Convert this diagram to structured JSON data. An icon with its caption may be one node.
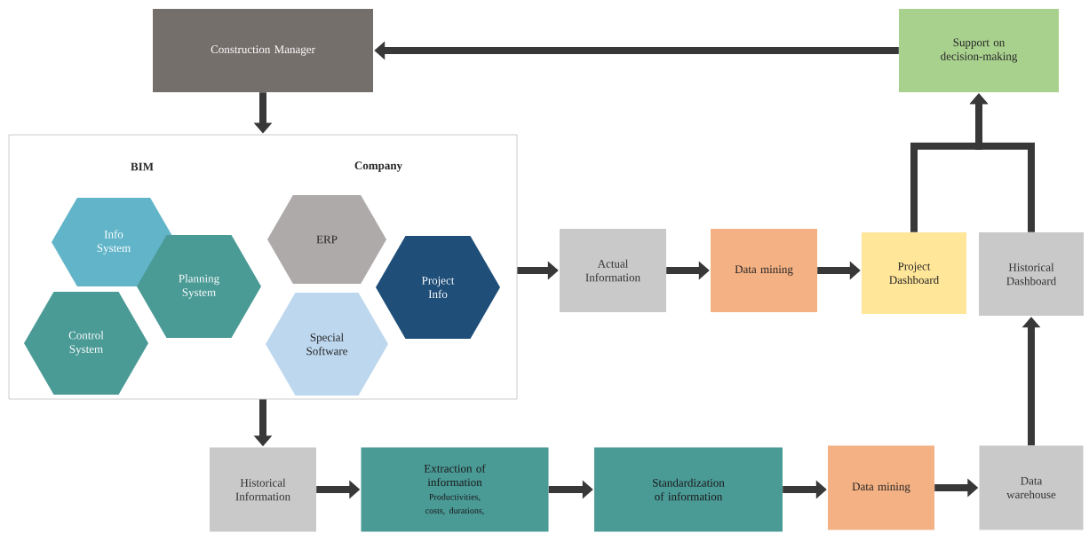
{
  "diagram": {
    "nodes": [
      {
        "text": [
          "Construction Manager"
        ]
      },
      {
        "text": [
          "Support on decision-making"
        ]
      },
      {
        "text": [
          "BIM",
          "Company"
        ]
      },
      {
        "text": [
          "Info System"
        ],
        "in": 2
      },
      {
        "text": [
          "Planning System"
        ],
        "in": 2
      },
      {
        "text": [
          "Control System"
        ],
        "in": 2
      },
      {
        "text": [
          "ERP"
        ],
        "in": 2
      },
      {
        "text": [
          "Project Info"
        ],
        "in": 2
      },
      {
        "text": [
          "Special Software"
        ],
        "in": 2
      },
      {
        "text": [
          "Actual Information"
        ]
      },
      {
        "text": [
          "Data mining"
        ]
      },
      {
        "text": [
          "Project Dashboard"
        ]
      },
      {
        "text": [
          "Historical Dashboard"
        ]
      },
      {
        "text": [
          "Historical Information"
        ]
      },
      {
        "text": [
          "Extraction of information",
          "Productivities, costs, durations,"
        ]
      },
      {
        "text": [
          "Standardization of information"
        ]
      },
      {
        "text": [
          "Data mining"
        ]
      },
      {
        "text": [
          "Data warehouse"
        ]
      }
    ],
    "edges": [
      {
        "from": 1,
        "to": 0,
        "arrow": "to"
      },
      {
        "from": 0,
        "to": 2,
        "arrow": "to"
      },
      {
        "from": 2,
        "to": 9,
        "arrow": "to"
      },
      {
        "from": 9,
        "to": 10,
        "arrow": "to"
      },
      {
        "from": 10,
        "to": 11,
        "arrow": "to"
      },
      {
        "from": 11,
        "to": 1,
        "arrow": "to"
      },
      {
        "from": 12,
        "to": 1,
        "arrow": "to"
      },
      {
        "from": 2,
        "to": 13,
        "arrow": "to"
      },
      {
        "from": 13,
        "to": 14,
        "arrow": "to"
      },
      {
        "from": 14,
        "to": 15,
        "arrow": "to"
      },
      {
        "from": 15,
        "to": 16,
        "arrow": "to"
      },
      {
        "from": 16,
        "to": 17,
        "arrow": "to"
      },
      {
        "from": 17,
        "to": 12,
        "arrow": "to"
      }
    ]
  }
}
